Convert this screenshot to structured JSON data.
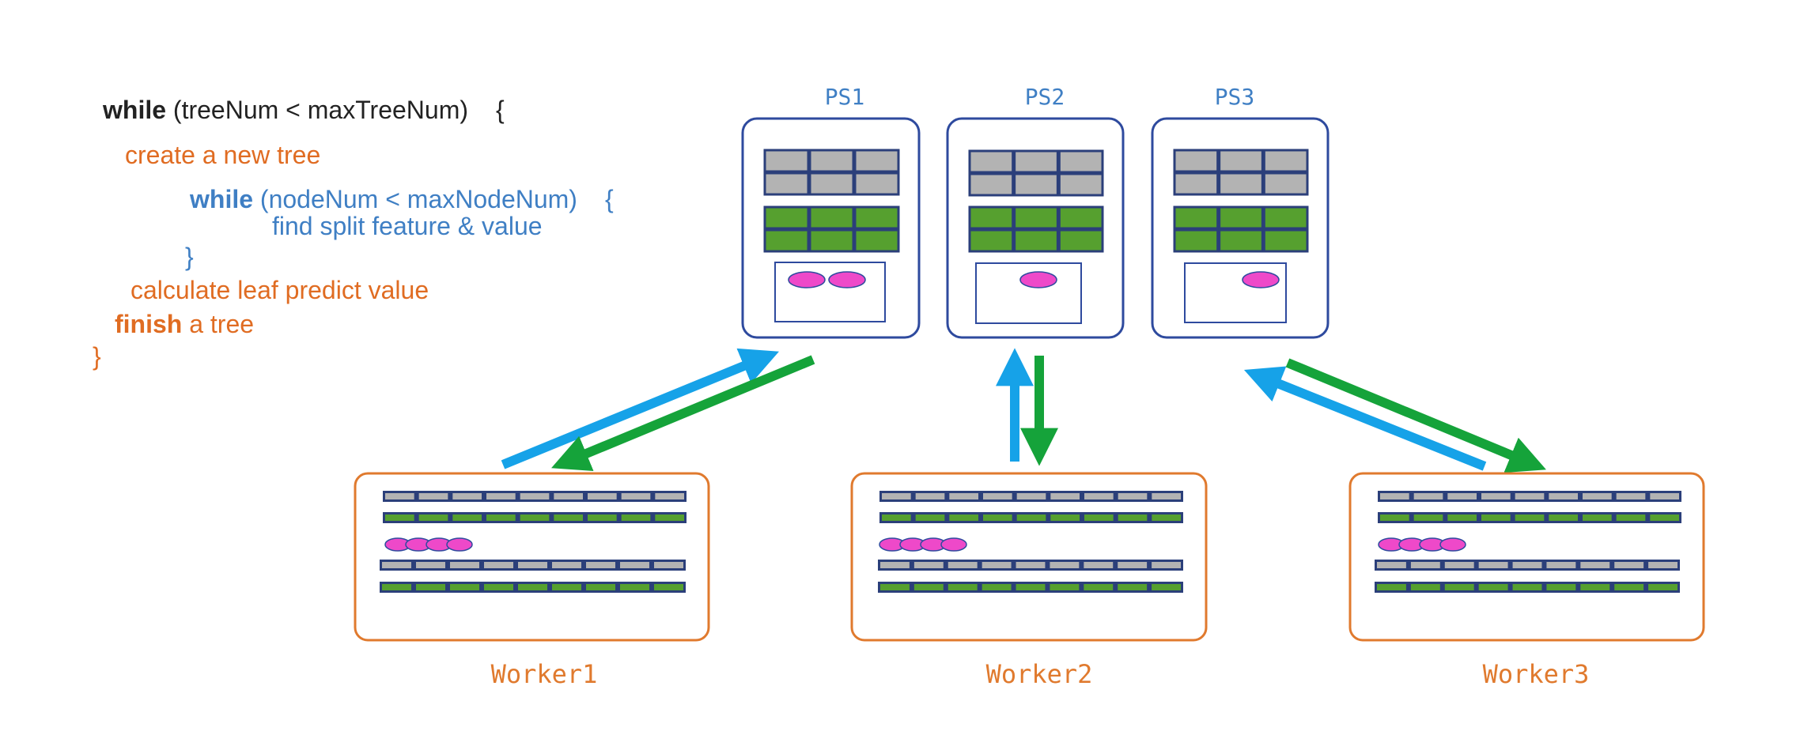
{
  "code": {
    "line1": {
      "kw": "while",
      "rest": " (treeNum < maxTreeNum)",
      "brace": "{"
    },
    "line2": "create a new tree",
    "line3": {
      "kw": "while",
      "rest": " (nodeNum < maxNodeNum)",
      "brace": "{"
    },
    "line4": "find split feature & value",
    "line5": "}",
    "line6": "calculate leaf predict value",
    "line7": {
      "kw": "finish",
      "rest": " a tree"
    },
    "line8": "}"
  },
  "servers": [
    {
      "label": "PS1",
      "markers": 2
    },
    {
      "label": "PS2",
      "markers": 1
    },
    {
      "label": "PS3",
      "markers": 1
    }
  ],
  "workers": [
    {
      "label": "Worker1",
      "markers": 4
    },
    {
      "label": "Worker2",
      "markers": 4
    },
    {
      "label": "Worker3",
      "markers": 4
    }
  ],
  "colors": {
    "keyword_dark": "#222222",
    "code_orange": "#e06c22",
    "code_blue": "#3f7fc4",
    "ps_border": "#2e4a9e",
    "worker_border": "#e07a2e",
    "cell_gray": "#b3b3b3",
    "cell_green": "#56a02f",
    "cell_border": "#2b3f7a",
    "marker_pink": "#ee49c9",
    "arrow_blue": "#16a2e8",
    "arrow_green": "#15a33a"
  }
}
